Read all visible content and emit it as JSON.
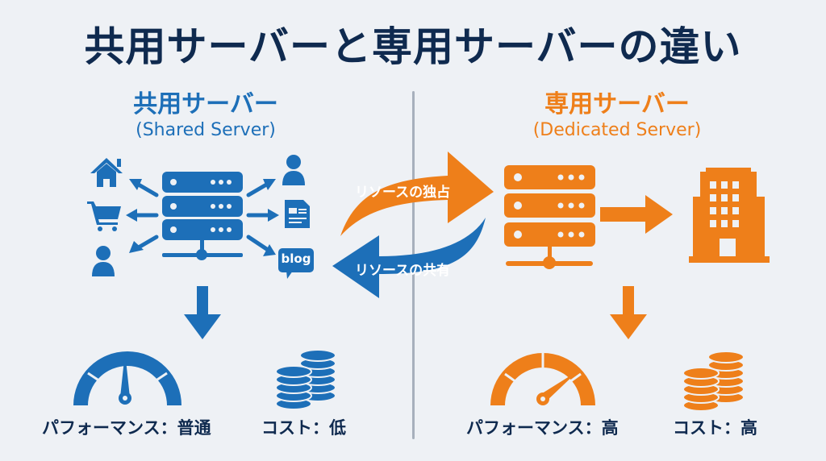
{
  "title": "共用サーバーと専用サーバーの違い",
  "colors": {
    "shared": "#1d6fb8",
    "dedicated": "#ee7f1a",
    "text": "#0f2a4f",
    "background": "#eef1f5",
    "divider": "#a7b0bc"
  },
  "shared": {
    "heading": "共用サーバー",
    "subheading": "(Shared Server)",
    "icons": [
      "home-icon",
      "cart-icon",
      "user-icon",
      "user-icon",
      "document-icon",
      "blog-icon"
    ],
    "blog_label": "blog",
    "performance_label": "パフォーマンス：普通",
    "performance_level": "medium",
    "cost_label": "コスト：低"
  },
  "dedicated": {
    "heading": "専用サーバー",
    "subheading": "(Dedicated Server)",
    "icons": [
      "server-icon",
      "building-icon"
    ],
    "performance_label": "パフォーマンス：高",
    "performance_level": "high",
    "cost_label": "コスト：高"
  },
  "exchange": {
    "to_dedicated": "リソースの独占",
    "to_shared": "リソースの共有"
  }
}
